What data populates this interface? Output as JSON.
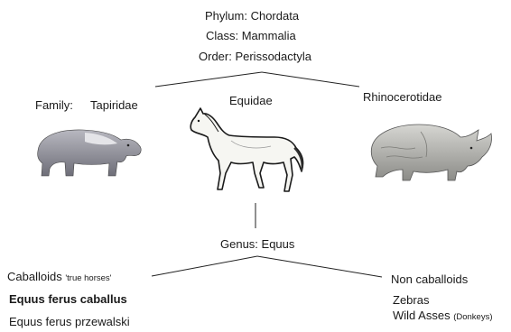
{
  "taxonomy": {
    "phylum": "Phylum: Chordata",
    "class": "Class: Mammalia",
    "order": "Order: Perissodactyla"
  },
  "families": {
    "prefix": "Family:",
    "left": "Tapiridae",
    "center": "Equidae",
    "right": "Rhinocerotidae"
  },
  "genus": "Genus: Equus",
  "caballoids": {
    "heading": "Caballoids",
    "heading_note": "'true horses'",
    "species": [
      "Equus ferus caballus",
      "Equus ferus przewalski"
    ]
  },
  "non_caballoids": {
    "heading": "Non caballoids",
    "items": [
      {
        "label": "Zebras",
        "note": ""
      },
      {
        "label": "Wild Asses",
        "note": "(Donkeys)"
      }
    ]
  },
  "icons": [
    "tapir-illustration",
    "horse-illustration",
    "rhinoceros-illustration"
  ]
}
